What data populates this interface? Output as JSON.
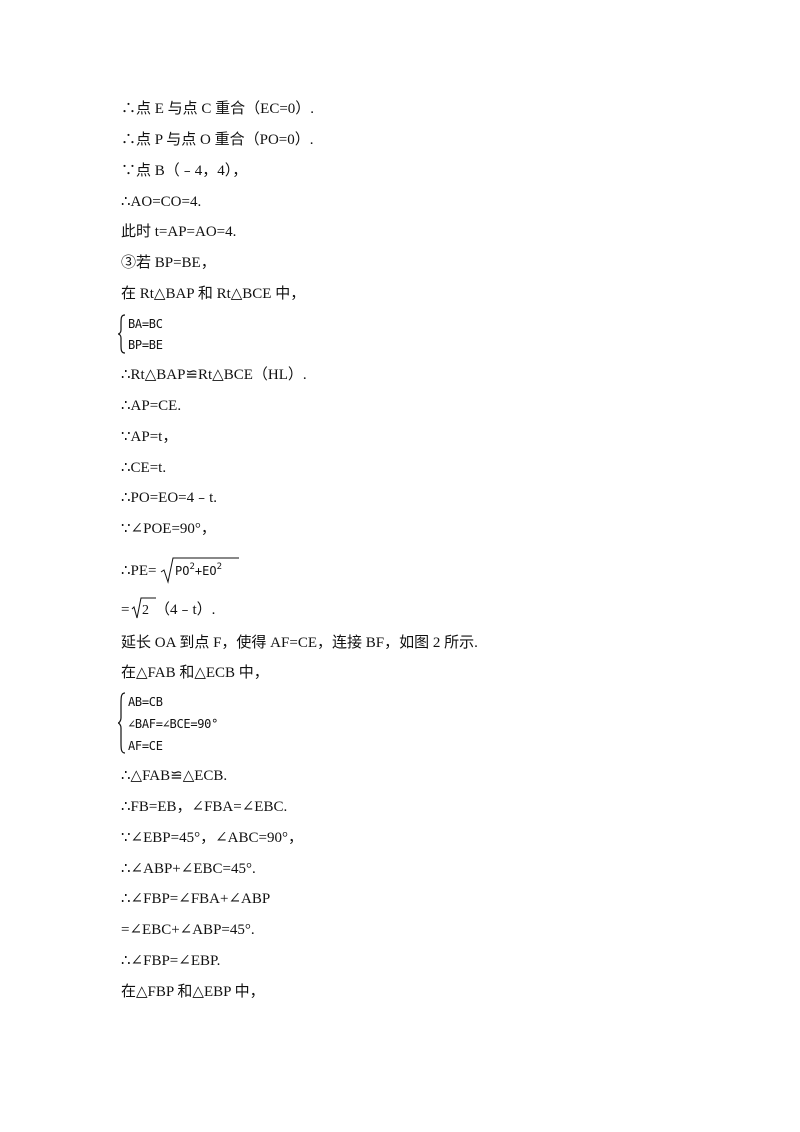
{
  "lines": [
    "∴点 E 与点 C 重合（EC=0）.",
    "∴点 P 与点 O 重合（PO=0）.",
    "∵点 B（﹣4，4），",
    "∴AO=CO=4.",
    "此时 t=AP=AO=4.",
    "③若 BP=BE，",
    "在 Rt△BAP 和 Rt△BCE 中，",
    "∴Rt△BAP≌Rt△BCE（HL）.",
    "∴AP=CE.",
    "∵AP=t，",
    "∴CE=t.",
    "∴PO=EO=4﹣t.",
    "∵∠POE=90°，",
    "∴PE=",
    "=",
    "（4﹣t）.",
    "延长 OA 到点 F，使得 AF=CE，连接 BF，如图 2 所示.",
    "在△FAB 和△ECB 中，",
    "∴△FAB≌△ECB.",
    "∴FB=EB，∠FBA=∠EBC.",
    "∵∠EBP=45°，∠ABC=90°，",
    "∴∠ABP+∠EBC=45°.",
    "∴∠FBP=∠FBA+∠ABP",
    "=∠EBC+∠ABP=45°.",
    "∴∠FBP=∠EBP.",
    "在△FBP 和△EBP 中，"
  ],
  "system1": [
    "BA=BC",
    "BP=BE"
  ],
  "system2": [
    "AB=CB",
    "∠BAF=∠BCE=90°",
    "AF=CE"
  ],
  "radical1": {
    "a": "PO",
    "b": "+EO",
    "exp": "2"
  },
  "radical2": {
    "radicand": "2"
  }
}
